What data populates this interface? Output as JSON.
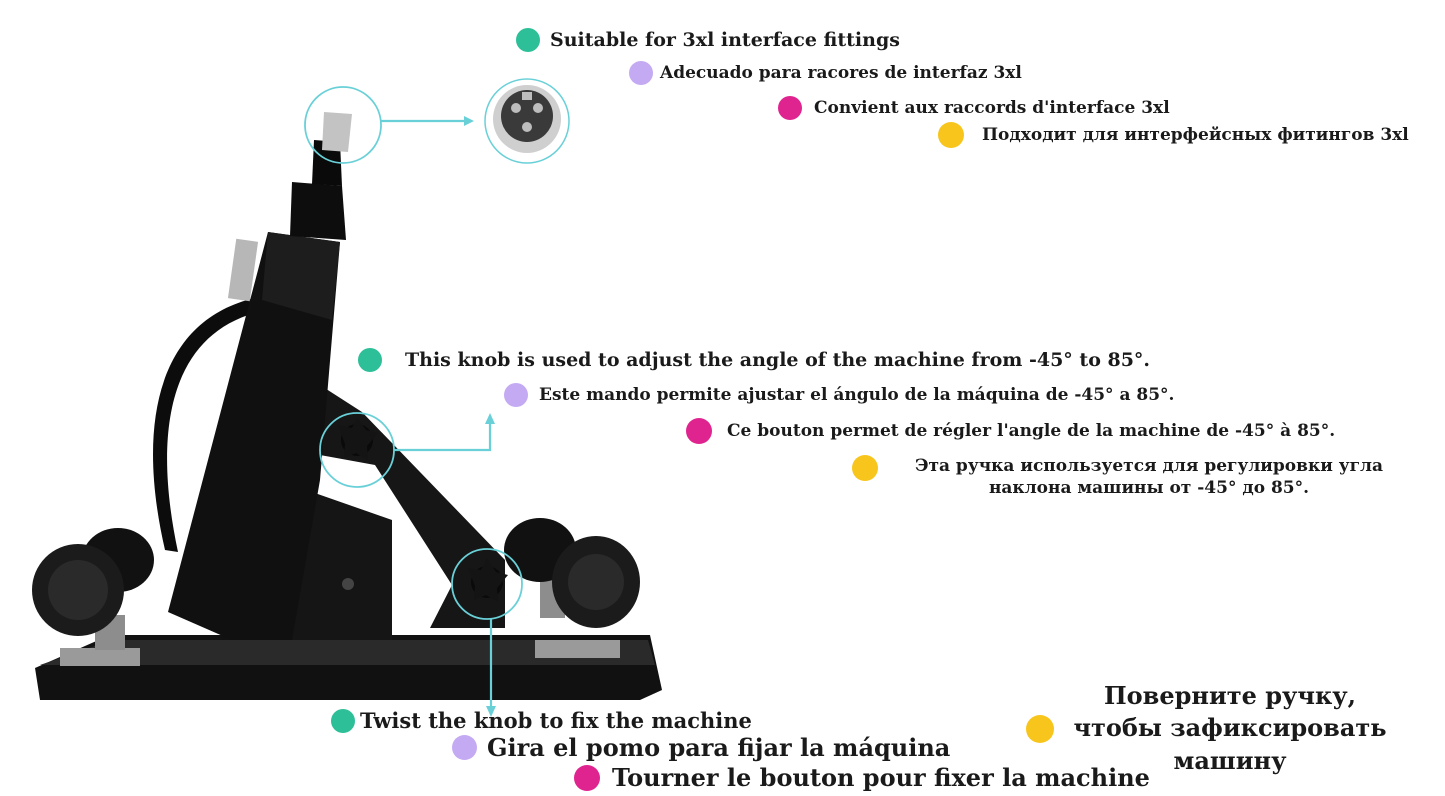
{
  "colors": {
    "en": "#2dbf98",
    "es": "#c4a9f3",
    "fr": "#e0248f",
    "ru": "#f7c51c",
    "callout": "#6ad0d8",
    "machine": "#141414",
    "metal": "#bdbdbd"
  },
  "interface_group": {
    "en": "Suitable for 3xl interface fittings",
    "es": "Adecuado para racores de interfaz 3xl",
    "fr": "Convient aux raccords d'interface 3xl",
    "ru": "Подходит для интерфейсных фитингов 3xl"
  },
  "angle_group": {
    "en": "This knob is used to adjust the angle of the machine from -45° to 85°.",
    "es": "Este mando permite ajustar el ángulo de la máquina de -45° a 85°.",
    "fr": "Ce bouton permet de régler l'angle de la machine de -45° à 85°.",
    "ru": "Эта ручка используется для регулировки угла наклона машины от -45° до 85°."
  },
  "fix_group": {
    "en": "Twist the knob to fix the machine",
    "es": "Gira el pomo para fijar la máquina",
    "fr": "Tourner le bouton pour fixer la machine",
    "ru": "Поверните ручку, чтобы зафиксировать машину"
  }
}
